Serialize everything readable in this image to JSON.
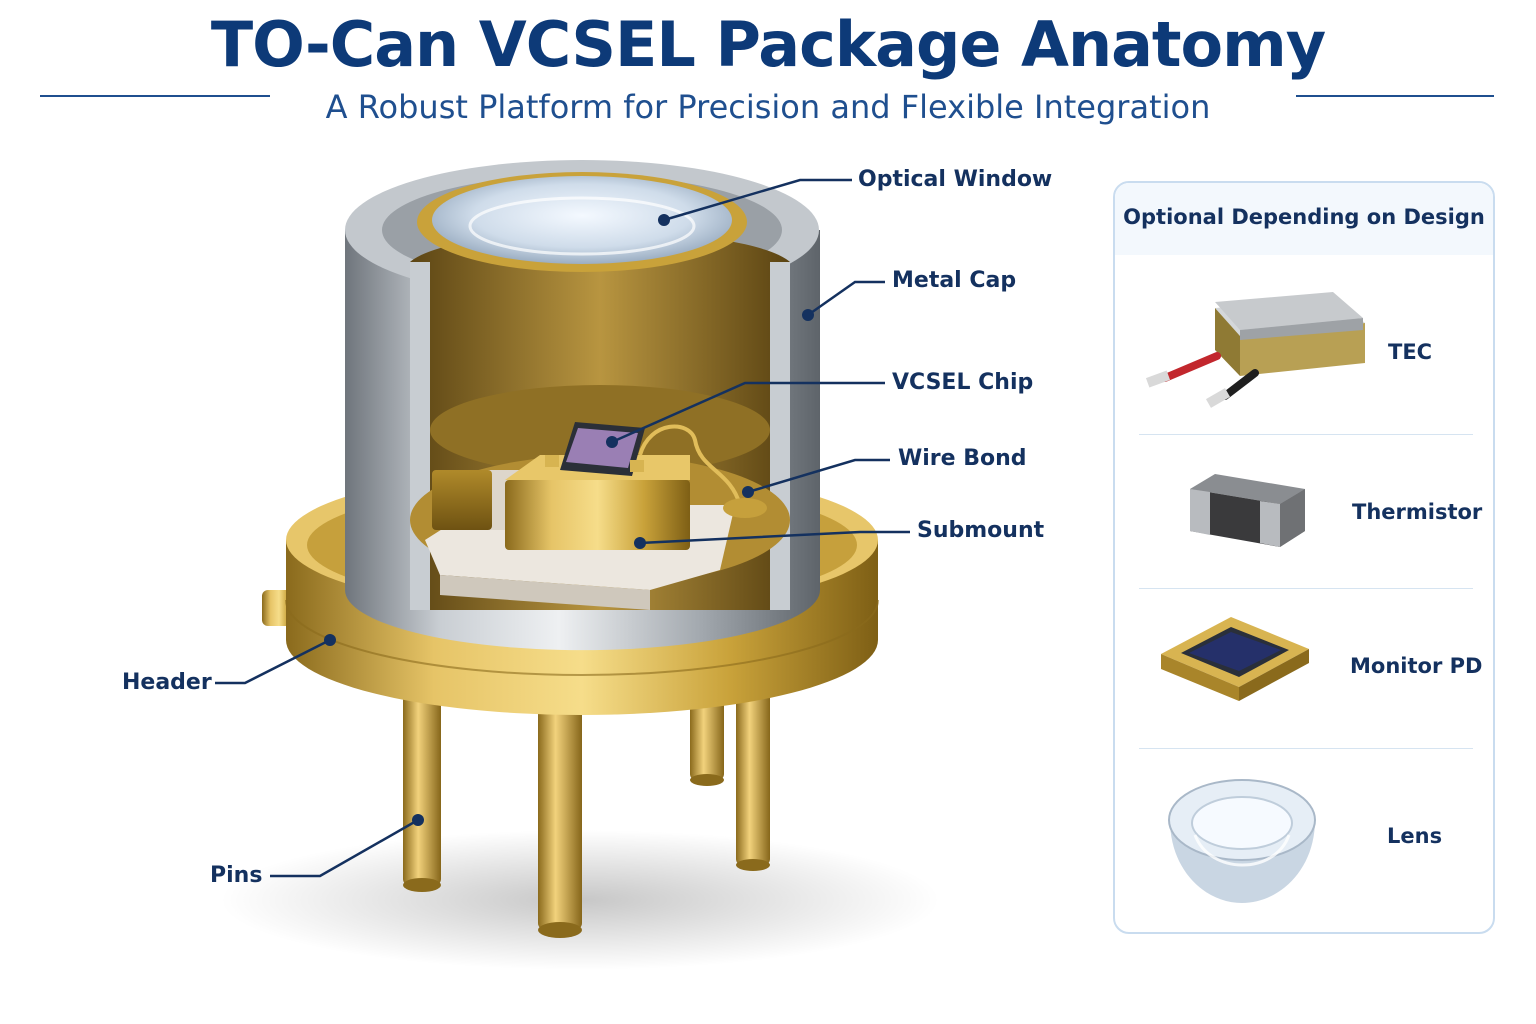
{
  "title": "TO-Can VCSEL Package Anatomy",
  "subtitle": "A Robust Platform for Precision and Flexible Integration",
  "callouts": {
    "optical_window": "Optical Window",
    "metal_cap": "Metal Cap",
    "vcsel_chip": "VCSEL Chip",
    "wire_bond": "Wire Bond",
    "submount": "Submount",
    "header": "Header",
    "pins": "Pins"
  },
  "optional_panel": {
    "title": "Optional Depending on Design",
    "items": [
      {
        "label": "TEC",
        "icon": "tec-icon"
      },
      {
        "label": "Thermistor",
        "icon": "thermistor-icon"
      },
      {
        "label": "Monitor PD",
        "icon": "monitor-pd-icon"
      },
      {
        "label": "Lens",
        "icon": "lens-icon"
      }
    ]
  },
  "colors": {
    "title": "#0d3a78",
    "accent": "#1f4f8f",
    "gold": "#c9a23a",
    "steel": "#a8adb3",
    "ceramic": "#ece7df"
  }
}
